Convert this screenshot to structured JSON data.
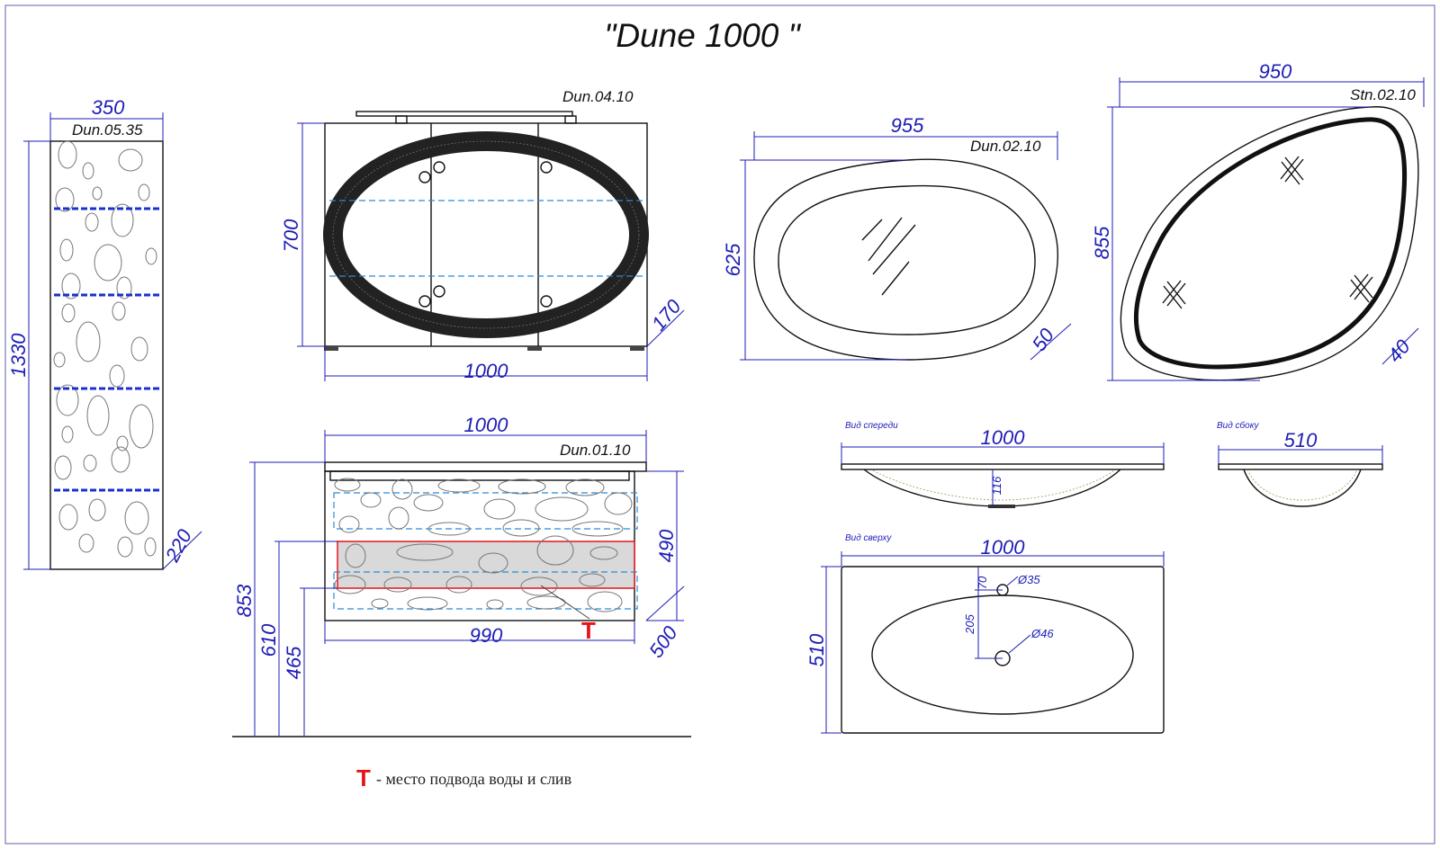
{
  "title": "\"Dune 1000 \"",
  "pencil": {
    "code": "Dun.05.35",
    "width": "350",
    "height": "1330",
    "depth": "220"
  },
  "mirror_cabinet": {
    "code": "Dun.04.10",
    "width": "1000",
    "height": "700",
    "depth": "170"
  },
  "mirror_oval": {
    "code": "Dun.02.10",
    "width": "955",
    "height": "625",
    "depth": "50"
  },
  "mirror_stone": {
    "code": "Stn.02.10",
    "width": "950",
    "height": "855",
    "depth": "40"
  },
  "vanity": {
    "code": "Dun.01.10",
    "width_top": "1000",
    "width_inner": "990",
    "depth": "500",
    "front_height": "490",
    "total_height": "853",
    "h610": "610",
    "h465": "465"
  },
  "sink_front": {
    "label": "Вид спереди",
    "width": "1000",
    "depth_116": "116"
  },
  "sink_side": {
    "label": "Вид сбоку",
    "width": "510"
  },
  "sink_top": {
    "label": "Вид сверху",
    "width": "1000",
    "depth": "510",
    "d70": "70",
    "d205": "205",
    "hole1": "Ø35",
    "hole2": "Ø46"
  },
  "legend": {
    "symbol": "T",
    "text": "- место подвода воды и слив"
  },
  "colors": {
    "dimension": "#1d1db5",
    "line": "#111111",
    "marker": "#e3151b",
    "shelf_dash": "#2a8ad6"
  }
}
